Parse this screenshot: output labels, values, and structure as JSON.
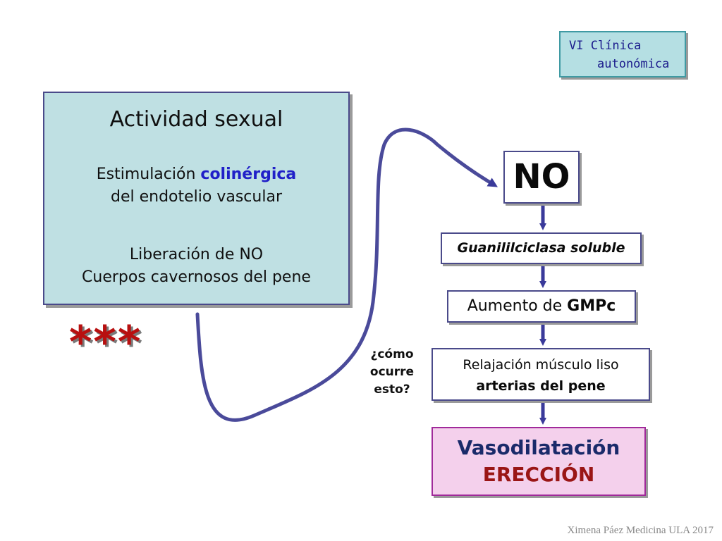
{
  "section_tag": {
    "line1": "VI Clínica",
    "line2": "autonómica"
  },
  "activity": {
    "title": "Actividad sexual",
    "stim_prefix": "Estimulación ",
    "stim_highlight": "colinérgica",
    "stim_line2": "del endotelio vascular",
    "lib_line1": "Liberación de NO",
    "lib_line2": "Cuerpos cavernosos del pene"
  },
  "chain": {
    "no": "NO",
    "guanilil": "Guanililciclasa soluble",
    "gmp_prefix": "Aumento de ",
    "gmp_bold": "GMPc",
    "rel_line1": "Relajación músculo liso",
    "rel_line2": "arterias del pene",
    "vaso": "Vasodilatación",
    "ereccion": "ERECCIÓN"
  },
  "question": {
    "line1": "¿cómo",
    "line2": "ocurre",
    "line3": "esto?"
  },
  "stars": "***",
  "footer": "Ximena Páez Medicina ULA 2017",
  "colors": {
    "arrow": "#4a4a9a",
    "box_fill": "#bfe0e3",
    "vaso_fill": "#f4d0ec",
    "accent_red": "#b81010"
  }
}
